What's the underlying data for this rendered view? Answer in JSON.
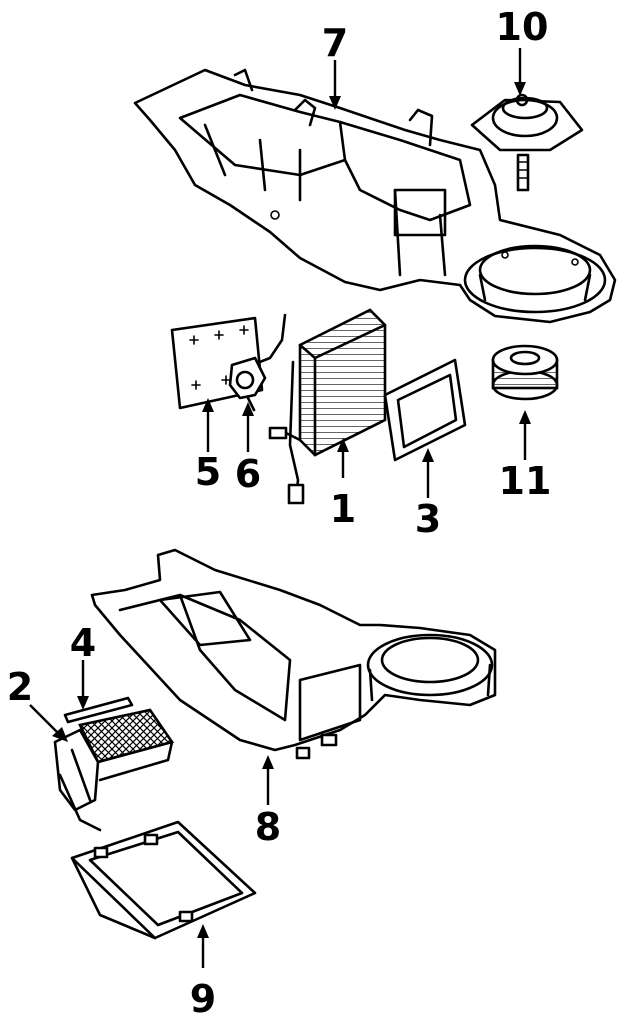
{
  "parts": [
    {
      "id": "part-1",
      "callout": "1"
    },
    {
      "id": "part-2",
      "callout": "2"
    },
    {
      "id": "part-3",
      "callout": "3"
    },
    {
      "id": "part-4",
      "callout": "4"
    },
    {
      "id": "part-5",
      "callout": "5"
    },
    {
      "id": "part-6",
      "callout": "6"
    },
    {
      "id": "part-7",
      "callout": "7"
    },
    {
      "id": "part-8",
      "callout": "8"
    },
    {
      "id": "part-9",
      "callout": "9"
    },
    {
      "id": "part-10",
      "callout": "10"
    },
    {
      "id": "part-11",
      "callout": "11"
    }
  ]
}
